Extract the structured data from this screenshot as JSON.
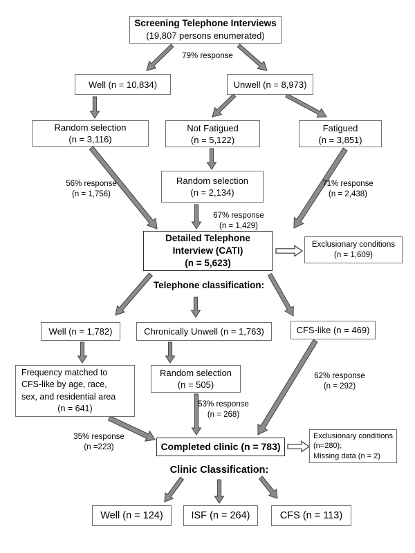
{
  "flowchart": {
    "boxes": {
      "screening": {
        "line1": "Screening Telephone Interviews",
        "line2": "(19,807 persons enumerated)"
      },
      "well_screen": {
        "text": "Well (n = 10,834)"
      },
      "unwell": {
        "text": "Unwell (n = 8,973)"
      },
      "random_selection_well": {
        "text": "Random selection\n(n = 3,116)"
      },
      "not_fatigued": {
        "text": "Not Fatigued\n(n = 5,122)"
      },
      "fatigued": {
        "text": "Fatigued\n(n = 3,851)"
      },
      "random_selection_not_fatigued": {
        "text": "Random selection\n(n = 2,134)"
      },
      "cati": {
        "text": "Detailed Telephone\nInterview (CATI)\n(n = 5,623)"
      },
      "exclusionary_cati": {
        "text": "Exclusionary conditions\n(n = 1,609)"
      },
      "well_phone": {
        "text": "Well (n = 1,782)"
      },
      "chronically_unwell": {
        "text": "Chronically Unwell (n = 1,763)"
      },
      "cfs_like": {
        "text": "CFS-like (n = 469)"
      },
      "frequency_matched": {
        "body": "Frequency matched to\nCFS-like by age, race,\nsex, and residential area",
        "n": "(n = 641)"
      },
      "random_selection_chronic": {
        "text": "Random selection\n(n = 505)"
      },
      "completed_clinic": {
        "text": "Completed clinic (n = 783)"
      },
      "exclusionary_clinic": {
        "text": "Exclusionary conditions\n(n=280);\nMissing data (n = 2)"
      },
      "well_clinic": {
        "text": "Well (n = 124)"
      },
      "isf_clinic": {
        "text": "ISF (n = 264)"
      },
      "cfs_clinic": {
        "text": "CFS (n = 113)"
      }
    },
    "labels": {
      "response_79": "79% response",
      "response_56": "56% response\n(n = 1,756)",
      "response_71": "71% response\n(n = 2,438)",
      "response_67": "67% response\n(n = 1,429)",
      "response_62": "62% response\n(n = 292)",
      "response_53": "53% response\n(n = 268)",
      "response_35": "35% response\n(n =223)",
      "telephone_classification": "Telephone classification:",
      "clinic_classification": "Clinic Classification:"
    },
    "colors": {
      "arrow_fill": "#8c8c8c",
      "arrow_outline": "#404040",
      "hollow_arrow_fill": "#ffffff",
      "hollow_arrow_outline": "#333333",
      "box_border": "#6e6e6e",
      "strong_border": "#2b2b2b",
      "background": "#ffffff"
    }
  }
}
